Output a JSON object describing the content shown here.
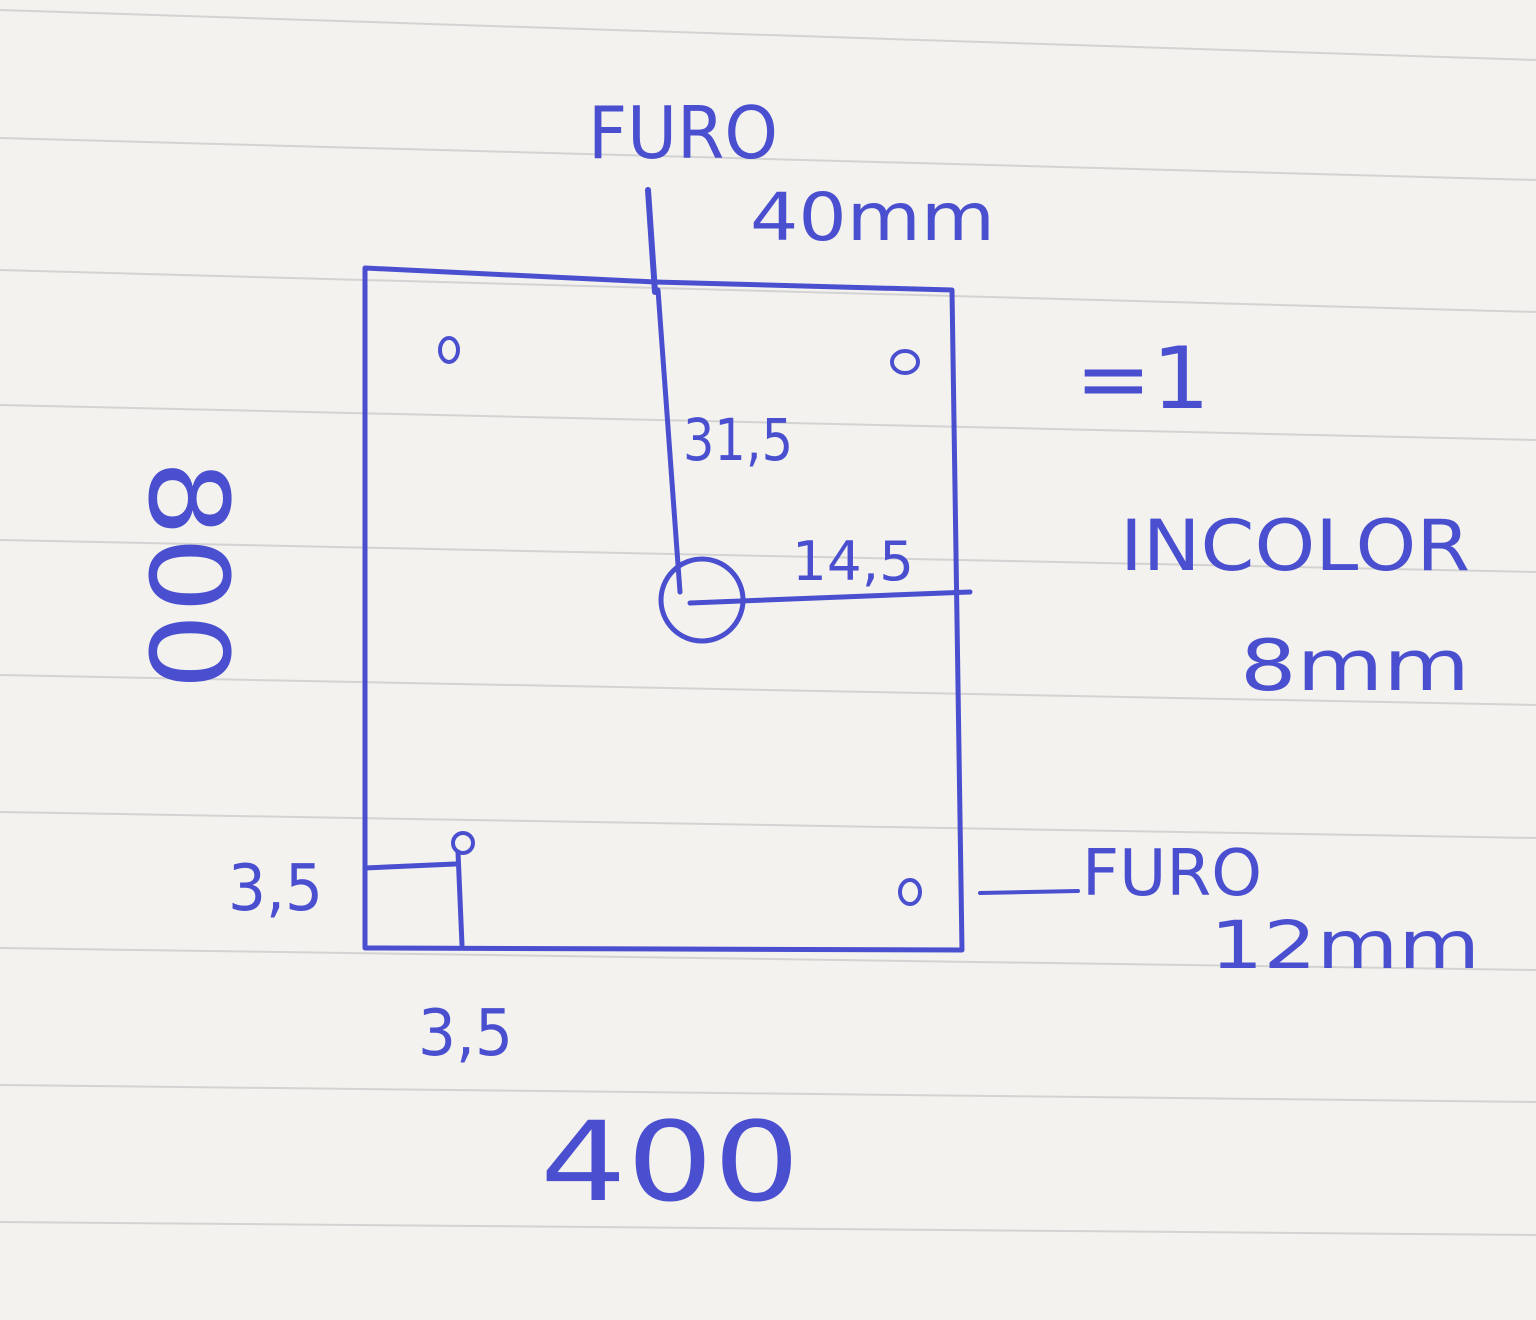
{
  "drawing": {
    "top_hole_label": "FURO",
    "top_hole_size": "40mm",
    "height_dimension": "800",
    "width_dimension": "400",
    "quantity": "=1",
    "material": "INCOLOR",
    "thickness": "8mm",
    "corner_hole_label": "FURO",
    "corner_hole_size": "12mm",
    "hole_vertical_offset": "31,5",
    "hole_horizontal_offset": "14,5",
    "corner_offset_vertical": "3,5",
    "corner_offset_horizontal": "3,5",
    "corner_hole_mark": "o"
  },
  "colors": {
    "ink": "#4a4fd0",
    "paper": "#f3f2ee",
    "rule_lines": "#d3d3d3"
  }
}
